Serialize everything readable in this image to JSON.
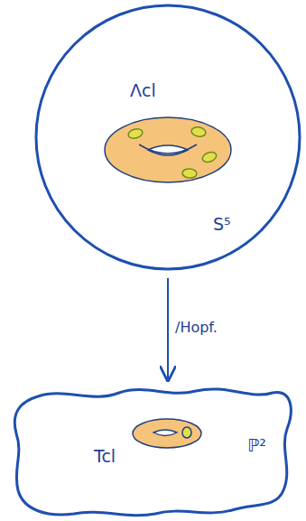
{
  "diagram": {
    "nodes": [
      {
        "text": [
          "S⁵"
        ]
      },
      {
        "text": [
          "Λcl"
        ],
        "in": 0
      },
      {
        "text": [
          "ℙ²"
        ]
      },
      {
        "text": [
          "Tcl"
        ],
        "in": 2
      }
    ],
    "edges": [
      {
        "from": 0,
        "to": 2,
        "label": "/Hopf.",
        "arrow": "to"
      }
    ]
  }
}
